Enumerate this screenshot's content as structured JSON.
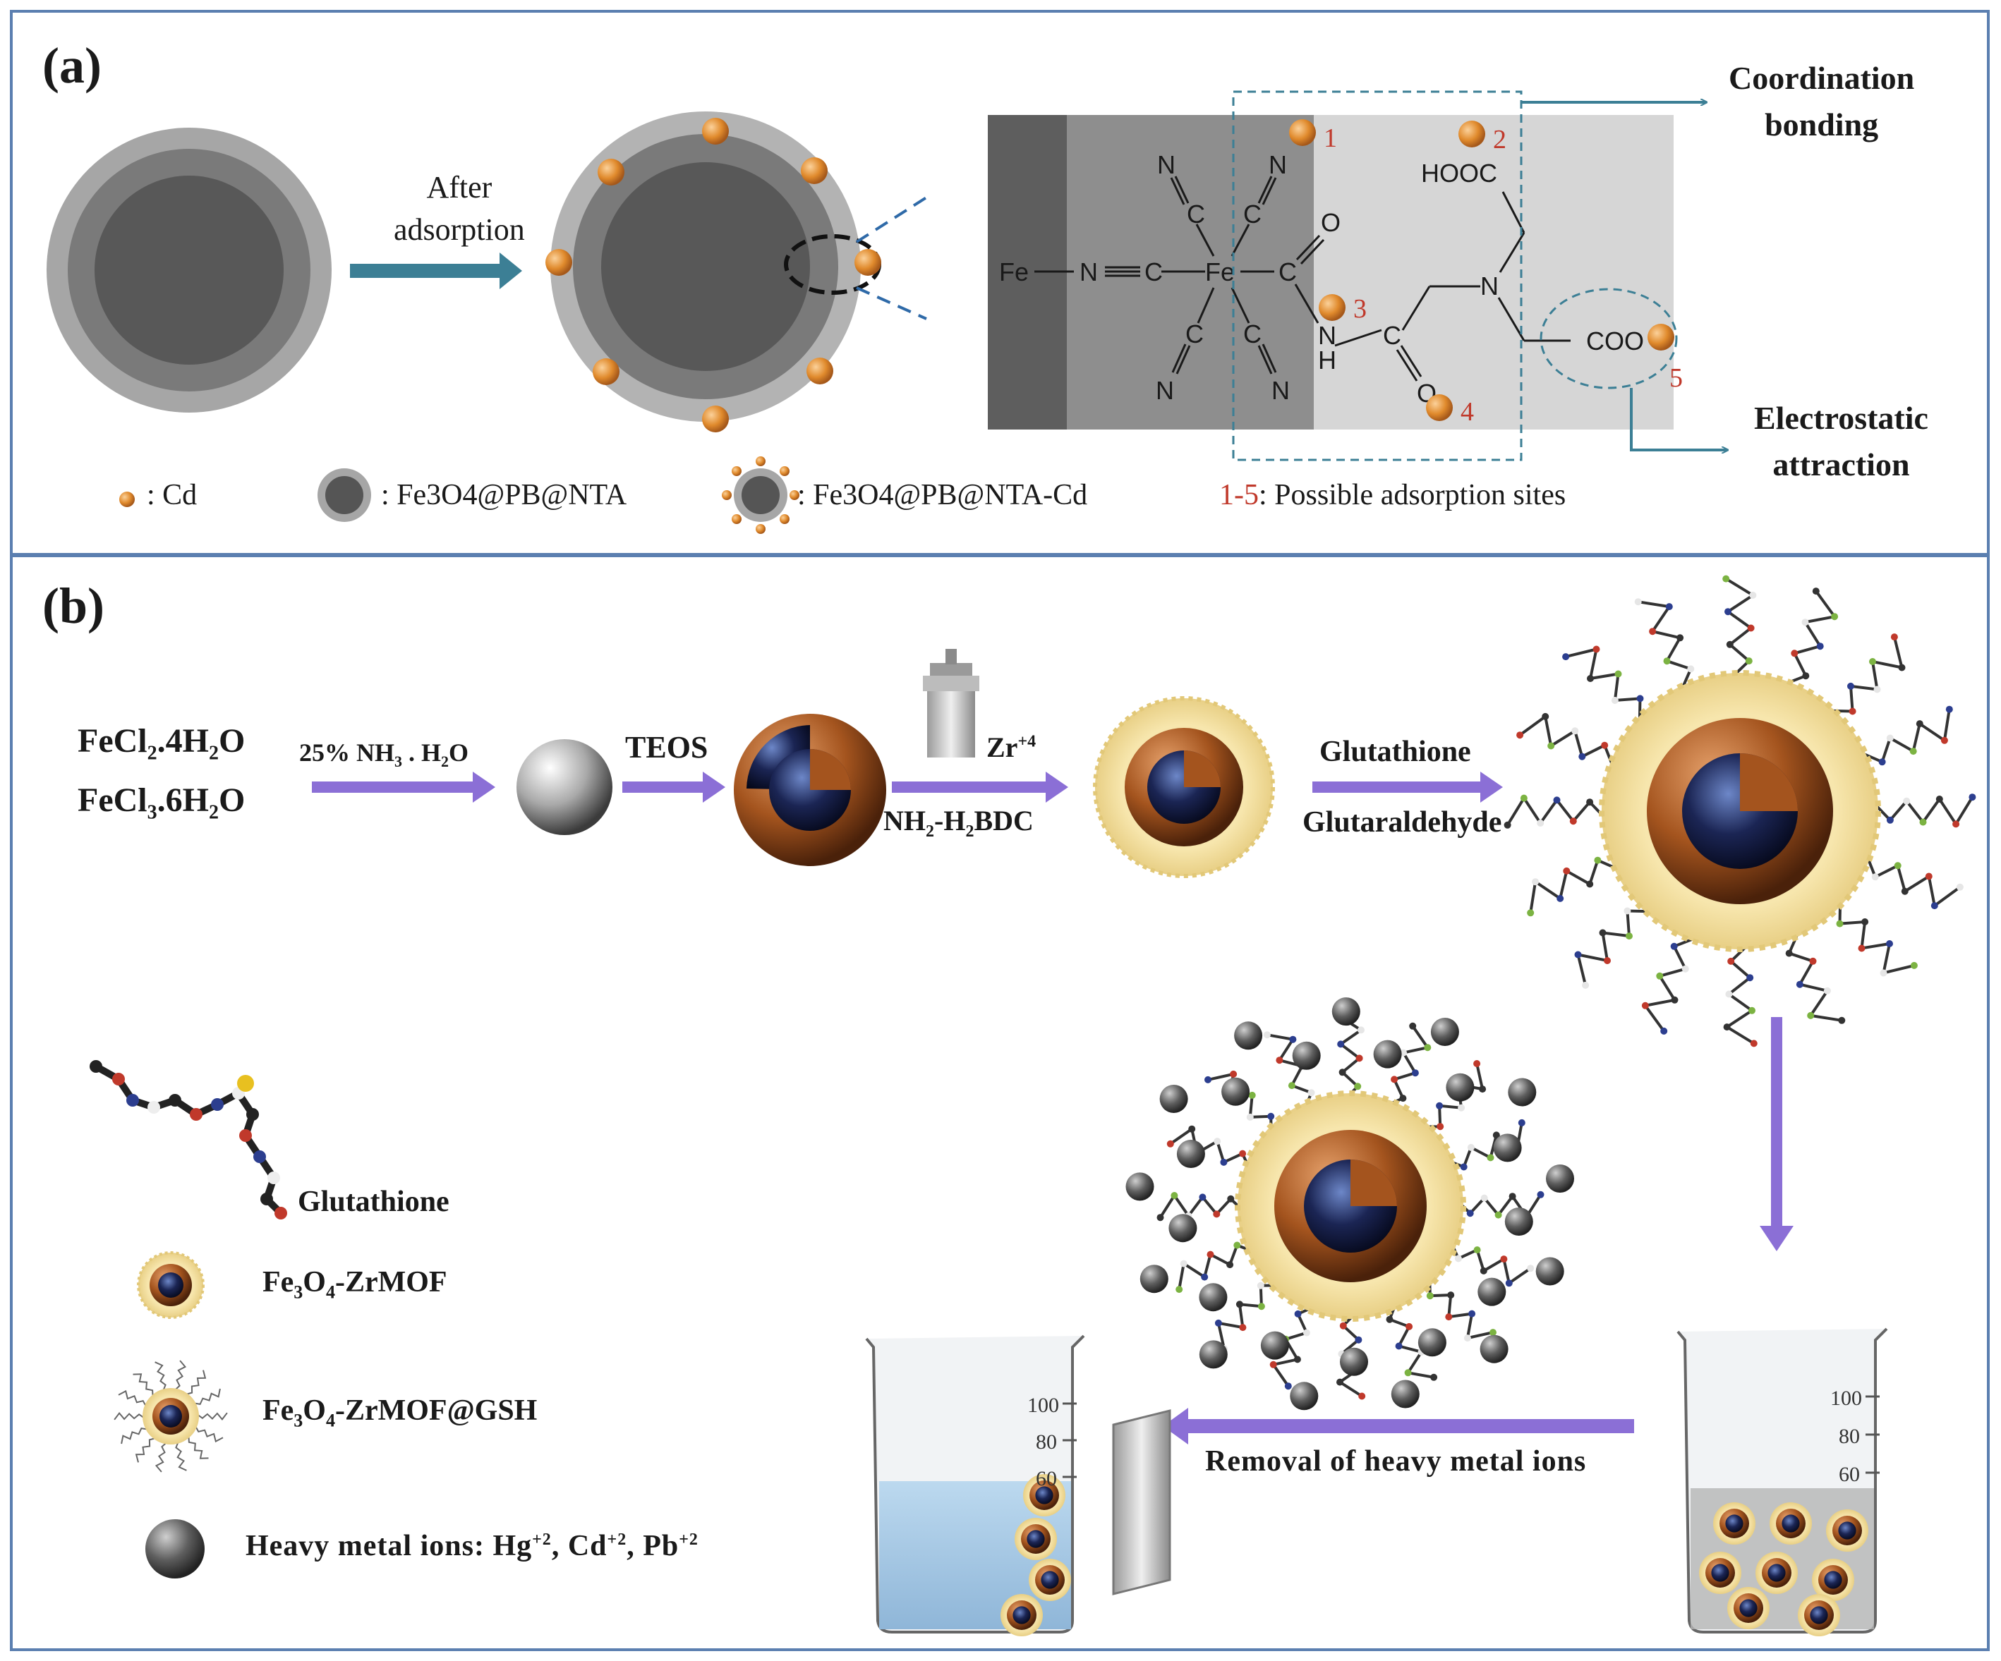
{
  "panel_a": {
    "label": "(a)",
    "arrow_text": [
      "After",
      "adsorption"
    ],
    "annotations": {
      "coordination": [
        "Coordination",
        "bonding"
      ],
      "electrostatic": [
        "Electrostatic",
        "attraction"
      ]
    },
    "site_numbers": [
      "1",
      "2",
      "3",
      "4",
      "5"
    ],
    "structure": {
      "fe_left": "Fe",
      "n1": "N",
      "c1": "C",
      "fe_center": "Fe",
      "c_right": "C",
      "o": "O",
      "hoocc": "HOOC",
      "n_amine": "N",
      "nh": "N",
      "h": "H",
      "coo": "COO",
      "coo_sup": "-"
    },
    "legend": {
      "cd": ": Cd",
      "np": ": Fe3O4@PB@NTA",
      "np_cd": ": Fe3O4@PB@NTA-Cd",
      "sites_num": "1-5",
      "sites_text": ": Possible adsorption sites"
    }
  },
  "panel_b": {
    "label": "(b)",
    "precursors": [
      "FeCl2.4H2O",
      "FeCl3.6H2O"
    ],
    "step1": "25% NH3 . H2O",
    "step2": "TEOS",
    "step3_top": "Zr+4",
    "step3_bottom": "NH2-H2BDC",
    "step4_top": "Glutathione",
    "step4_bottom": "Glutaraldehyde",
    "removal": "Removal of heavy metal ions",
    "beaker_ticks": [
      "100",
      "80",
      "60"
    ],
    "legend": {
      "glutathione": "Glutathione",
      "zrmof": "Fe3O4-ZrMOF",
      "zrmof_gsh": "Fe3O4-ZrMOF@GSH",
      "heavy": "Heavy metal ions: Hg+2, Cd+2, Pb+2"
    }
  },
  "colors": {
    "frame": "#5b7fb0",
    "teal_arrow": "#3c7f95",
    "purple_arrow": "#8b6fd6",
    "cd_ball": "#e08a2c",
    "site_red": "#c0392b"
  }
}
